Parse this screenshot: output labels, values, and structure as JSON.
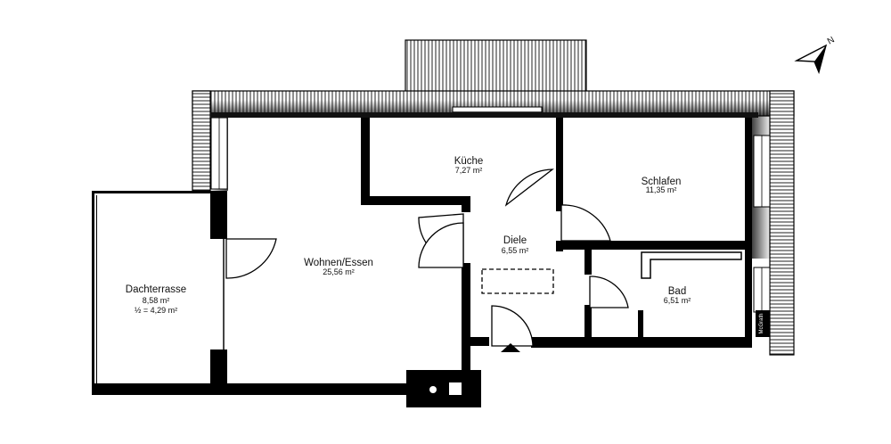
{
  "rooms": [
    {
      "name": "Dachterrasse",
      "area": "8,58 m²",
      "note": "½ = 4,29 m²"
    },
    {
      "name": "Wohnen/Essen",
      "area": "25,56 m²"
    },
    {
      "name": "Küche",
      "area": "7,27 m²"
    },
    {
      "name": "Diele",
      "area": "6,55 m²"
    },
    {
      "name": "Schlafen",
      "area": "11,35 m²"
    },
    {
      "name": "Bad",
      "area": "6,51 m²"
    }
  ],
  "compass": {
    "label": "N",
    "icon": "north-arrow-icon"
  },
  "watermark": "McGrath",
  "colors": {
    "wall": "#000000",
    "hatch": "#1a1a1a",
    "background": "#ffffff"
  }
}
